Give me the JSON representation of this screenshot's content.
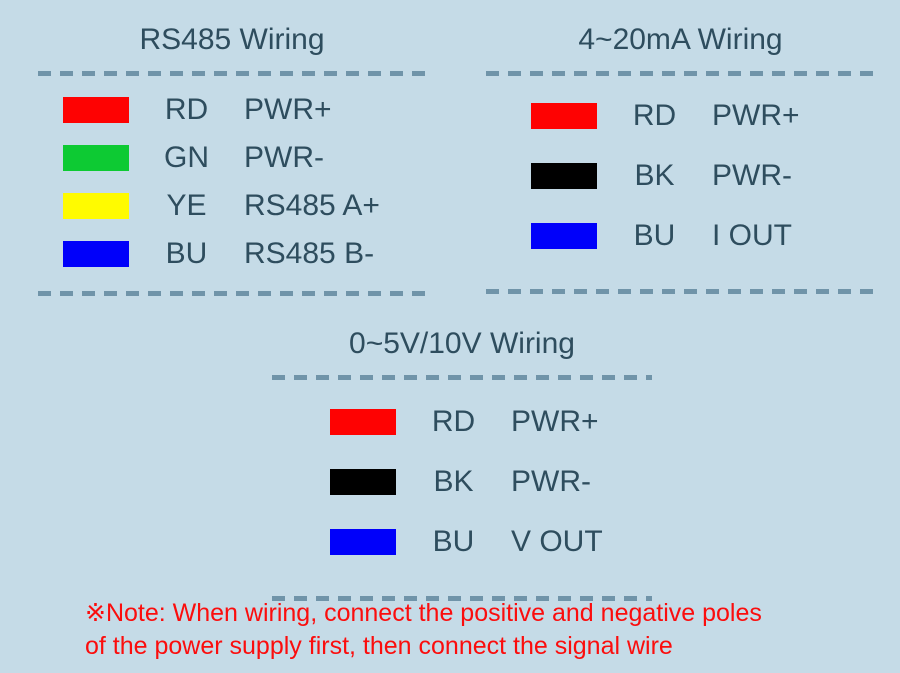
{
  "page": {
    "background": "#c5dbe7",
    "text_color": "#2e4d5e",
    "dash_color": "#7094a9"
  },
  "sections": [
    {
      "title": "RS485 Wiring",
      "rows": [
        {
          "color": "#fe0202",
          "code": "RD",
          "signal": "PWR+"
        },
        {
          "color": "#0dca33",
          "code": "GN",
          "signal": "PWR-"
        },
        {
          "color": "#fffb00",
          "code": "YE",
          "signal": "RS485 A+"
        },
        {
          "color": "#0000fa",
          "code": "BU",
          "signal": "RS485 B-"
        }
      ]
    },
    {
      "title": "4~20mA Wiring",
      "rows": [
        {
          "color": "#fe0202",
          "code": "RD",
          "signal": "PWR+"
        },
        {
          "color": "#000000",
          "code": "BK",
          "signal": "PWR-"
        },
        {
          "color": "#0000fa",
          "code": "BU",
          "signal": "I OUT"
        }
      ]
    },
    {
      "title": "0~5V/10V Wiring",
      "rows": [
        {
          "color": "#fe0202",
          "code": "RD",
          "signal": "PWR+"
        },
        {
          "color": "#000000",
          "code": "BK",
          "signal": "PWR-"
        },
        {
          "color": "#0000fa",
          "code": "BU",
          "signal": "V OUT"
        }
      ]
    }
  ],
  "note": {
    "color": "#fb0d0d",
    "line1": "※Note: When wiring, connect the positive and negative poles",
    "line2": "of the power supply first, then connect the signal wire"
  }
}
